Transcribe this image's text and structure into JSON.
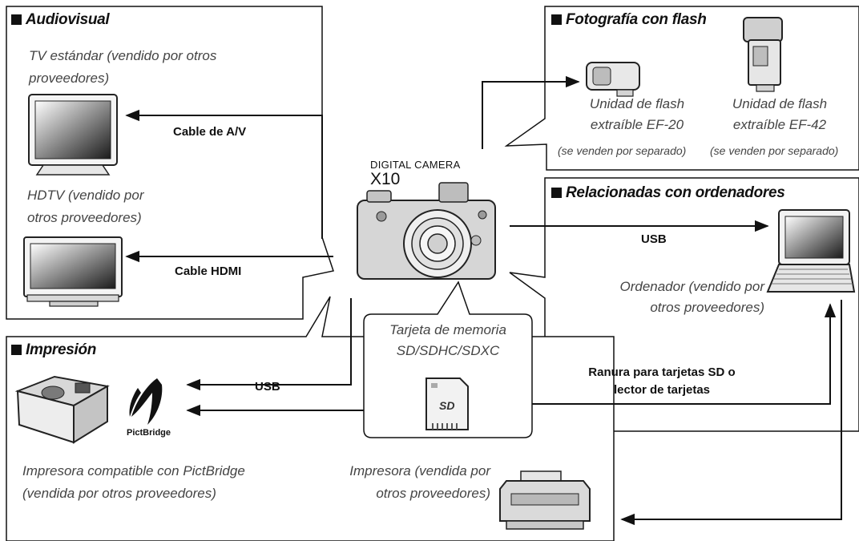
{
  "audiovisual": {
    "title": "Audiovisual",
    "tv_label_line1": "TV estándar (vendido por otros",
    "tv_label_line2": "proveedores)",
    "hdtv_label_line1": "HDTV (vendido por",
    "hdtv_label_line2": "otros proveedores)",
    "av_cable": "Cable de A/V",
    "hdmi_cable": "Cable HDMI"
  },
  "flash": {
    "title": "Fotografía con flash",
    "ef20_line1": "Unidad de flash",
    "ef20_line2": "extraíble EF-20",
    "ef42_line1": "Unidad de flash",
    "ef42_line2": "extraíble EF-42",
    "sold_separately_1": "(se venden por separado)",
    "sold_separately_2": "(se venden por separado)"
  },
  "camera": {
    "line1": "DIGITAL CAMERA",
    "line2": "X10"
  },
  "computers": {
    "title": "Relacionadas con ordenadores",
    "usb": "USB",
    "computer_line1": "Ordenador (vendido por",
    "computer_line2": "otros proveedores)",
    "slot_line1": "Ranura para tarjetas SD o",
    "slot_line2": "lector de tarjetas"
  },
  "memory_card": {
    "line1": "Tarjeta de memoria",
    "line2": "SD/SDHC/SDXC",
    "card_mark": "SD"
  },
  "printing": {
    "title": "Impresión",
    "usb": "USB",
    "pictbridge_logo": "PictBridge",
    "pictbridge_printer_line1": "Impresora compatible con PictBridge",
    "pictbridge_printer_line2": "(vendida por otros proveedores)",
    "printer_line1": "Impresora (vendida por",
    "printer_line2": "otros proveedores)"
  }
}
